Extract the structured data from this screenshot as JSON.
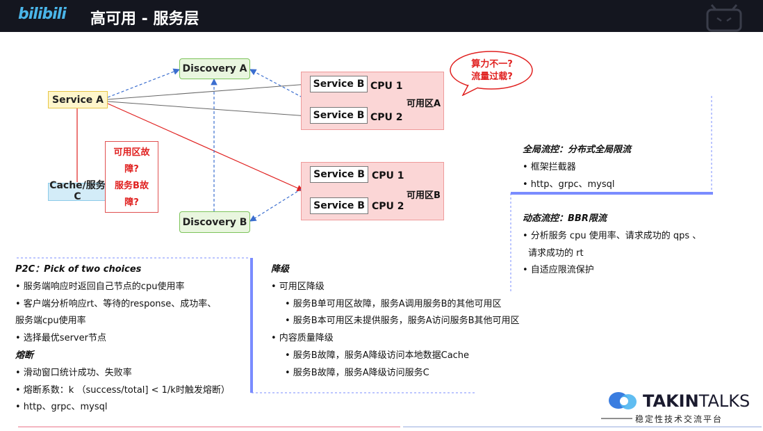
{
  "header": {
    "logo": "bilibili",
    "title": "高可用 - 服务层"
  },
  "diagram": {
    "service_a": "Service A",
    "discovery_a": "Discovery A",
    "discovery_b": "Discovery B",
    "cache": [
      "Cache/服务",
      "C"
    ],
    "zone_a": {
      "label": "可用区A",
      "services": [
        {
          "name": "Service B",
          "cpu": "CPU 1"
        },
        {
          "name": "Service B",
          "cpu": "CPU 2"
        }
      ]
    },
    "zone_b": {
      "label": "可用区B",
      "services": [
        {
          "name": "Service B",
          "cpu": "CPU 1"
        },
        {
          "name": "Service B",
          "cpu": "CPU 2"
        }
      ]
    },
    "fault_note": [
      "可用区故",
      "障?",
      "服务B故",
      "障?"
    ],
    "bubble": [
      "算力不一?",
      "流量过载?"
    ]
  },
  "p2c": {
    "heading": "P2C：Pick of two choices",
    "items": [
      "• 服务端响应时返回自己节点的cpu使用率",
      "• 客户端分析响应rt、等待的response、成功率、",
      "服务端cpu使用率",
      "• 选择最优server节点"
    ],
    "fuse_heading": "熔断",
    "fuse_items": [
      "• 滑动窗口统计成功、失败率",
      "• 熔断系数：k （success/total] < 1/k时触发熔断）",
      "• http、grpc、mysql"
    ]
  },
  "degrade": {
    "heading": "降级",
    "items": [
      {
        "text": "• 可用区降级",
        "indent": 0
      },
      {
        "text": "• 服务B单可用区故障，服务A调用服务B的其他可用区",
        "indent": 1
      },
      {
        "text": "• 服务B本可用区未提供服务，服务A访问服务B其他可用区",
        "indent": 1
      },
      {
        "text": "• 内容质量降级",
        "indent": 0
      },
      {
        "text": "• 服务B故障，服务A降级访问本地数据Cache",
        "indent": 1
      },
      {
        "text": "• 服务B故障，服务A降级访问服务C",
        "indent": 1
      }
    ]
  },
  "global_flow": {
    "heading": "全局流控：分布式全局限流",
    "items": [
      "• 框架拦截器",
      "• http、grpc、mysql"
    ]
  },
  "dynamic_flow": {
    "heading": "动态流控：BBR限流",
    "items": [
      "• 分析服务 cpu 使用率、请求成功的 qps 、",
      "  请求成功的 rt",
      "• 自适应限流保护"
    ]
  },
  "footer": {
    "brand_bold": "TAKIN",
    "brand_light": "TALKS",
    "tagline": "稳定性技术交流平台"
  },
  "colors": {
    "header_bg": "#14161f",
    "accent_blue": "#7a8cff",
    "danger_red": "#e0201f"
  }
}
